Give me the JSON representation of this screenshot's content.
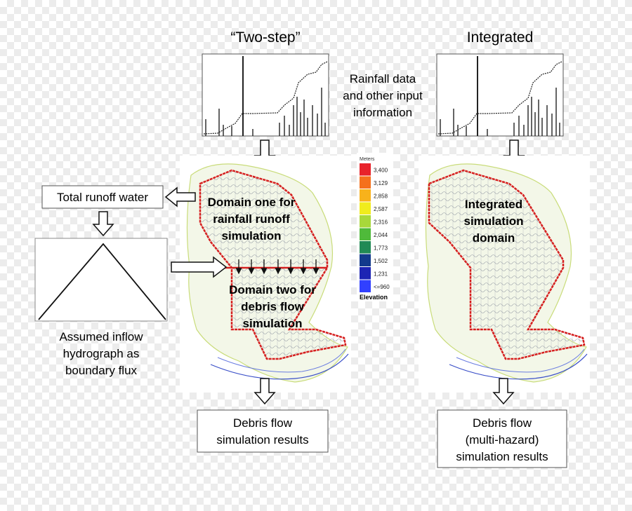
{
  "headings": {
    "two_step": "“Two-step”",
    "integrated": "Integrated"
  },
  "rainfall_label": [
    "Rainfall data",
    "and other input",
    "information"
  ],
  "total_runoff": "Total runoff water",
  "hydrograph_label": [
    "Assumed inflow",
    "hydrograph as",
    "boundary flux"
  ],
  "domain_one": [
    "Domain one for",
    "rainfall runoff",
    "simulation"
  ],
  "domain_two": [
    "Domain two for",
    "debris flow",
    "simulation"
  ],
  "integrated_domain": [
    "Integrated",
    "simulation",
    "domain"
  ],
  "result_left": [
    "Debris flow",
    "simulation results"
  ],
  "result_right": [
    "Debris flow",
    "(multi-hazard)",
    "simulation results"
  ],
  "legend": {
    "title": "Meters",
    "footer": "Elevation",
    "entries": [
      {
        "label": "3,400",
        "color": "#e8222a"
      },
      {
        "label": "3,129",
        "color": "#f5701c"
      },
      {
        "label": "2,858",
        "color": "#f8b21b"
      },
      {
        "label": "2,587",
        "color": "#f0ec1d"
      },
      {
        "label": "2,316",
        "color": "#a8d83a"
      },
      {
        "label": "2,044",
        "color": "#4fba3a"
      },
      {
        "label": "1,773",
        "color": "#218a55"
      },
      {
        "label": "1,502",
        "color": "#133a8c"
      },
      {
        "label": "1,231",
        "color": "#1d24b4"
      },
      {
        "label": "<=960",
        "color": "#3140ff"
      }
    ]
  },
  "colors": {
    "boundary": "#d62020",
    "contour_high": "#c8d870",
    "contour_low": "#3a4fc8"
  }
}
